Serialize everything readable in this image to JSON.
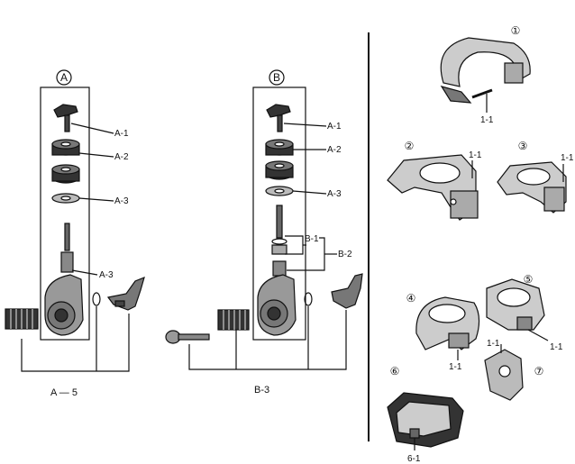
{
  "assemblies": {
    "a": {
      "badge": "A",
      "caption": "A — 5",
      "labels": [
        "A-1",
        "A-2",
        "A-3",
        "A-3"
      ]
    },
    "b": {
      "badge": "B",
      "caption": "B-3",
      "labels": [
        "A-1",
        "A-2",
        "A-3",
        "B-1",
        "B-2"
      ]
    }
  },
  "clamps": [
    {
      "number": "①",
      "part_label": "1-1"
    },
    {
      "number": "②",
      "part_label": "1-1"
    },
    {
      "number": "③",
      "part_label": "1-1"
    },
    {
      "number": "④",
      "part_label": "1-1"
    },
    {
      "number": "⑤",
      "part_label": "1-1"
    },
    {
      "number": "⑥",
      "part_label": "6-1"
    },
    {
      "number": "⑦",
      "part_label": "1-1"
    }
  ],
  "colors": {
    "ink": "#111111",
    "paper": "#ffffff"
  }
}
